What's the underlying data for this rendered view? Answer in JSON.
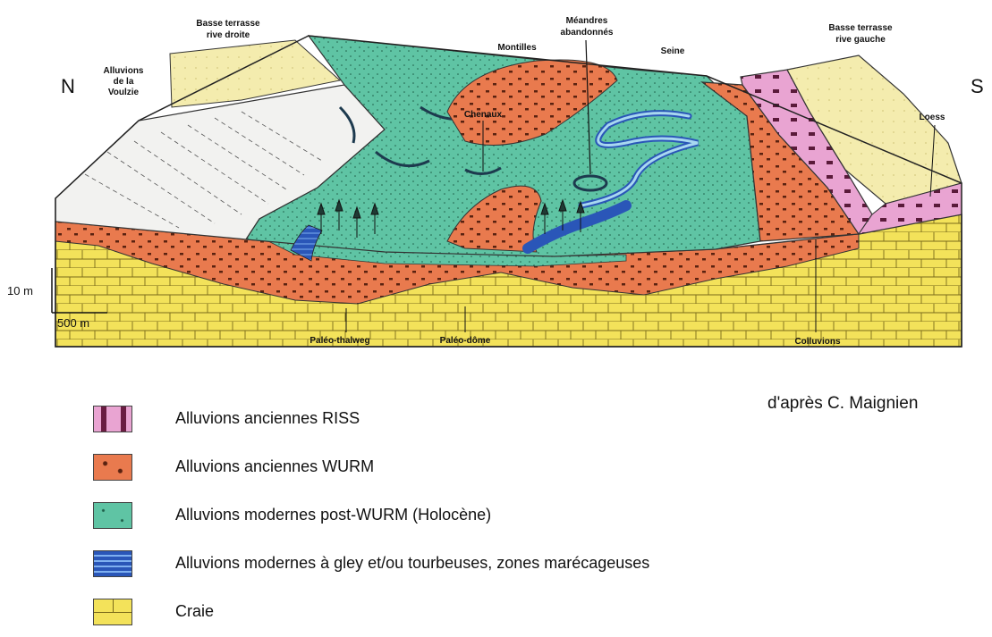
{
  "diagram": {
    "orientation": {
      "north": "N",
      "south": "S"
    },
    "labels": {
      "basse_terrasse_rd_1": "Basse terrasse",
      "basse_terrasse_rd_2": "rive droite",
      "alluvions_voulzie_1": "Alluvions",
      "alluvions_voulzie_2": "de la",
      "alluvions_voulzie_3": "Voulzie",
      "montilles": "Montilles",
      "meandres_1": "Méandres",
      "meandres_2": "abandonnés",
      "seine": "Seine",
      "chenaux": "Chenaux",
      "basse_terrasse_rg_1": "Basse terrasse",
      "basse_terrasse_rg_2": "rive gauche",
      "loess": "Loess",
      "paleo_thalweg": "Paléo-thalweg",
      "paleo_dome": "Paléo-dôme",
      "colluvions": "Colluvions"
    },
    "scale": {
      "vertical": "10 m",
      "horizontal": "500 m"
    }
  },
  "credit": "d'après C. Maignien",
  "legend": [
    {
      "label": "Alluvions anciennes RISS",
      "color": "#e9a4d2",
      "icon": "riss-swatch"
    },
    {
      "label": "Alluvions anciennes WURM",
      "color": "#e97a4e",
      "icon": "wurm-swatch"
    },
    {
      "label": "Alluvions modernes post-WURM (Holocène)",
      "color": "#5fc4a4",
      "icon": "holocene-swatch"
    },
    {
      "label": "Alluvions modernes à gley et/ou tourbeuses, zones marécageuses",
      "color": "#2a56b8",
      "icon": "gley-swatch"
    },
    {
      "label": "Craie",
      "color": "#f3e25a",
      "icon": "craie-swatch"
    }
  ]
}
